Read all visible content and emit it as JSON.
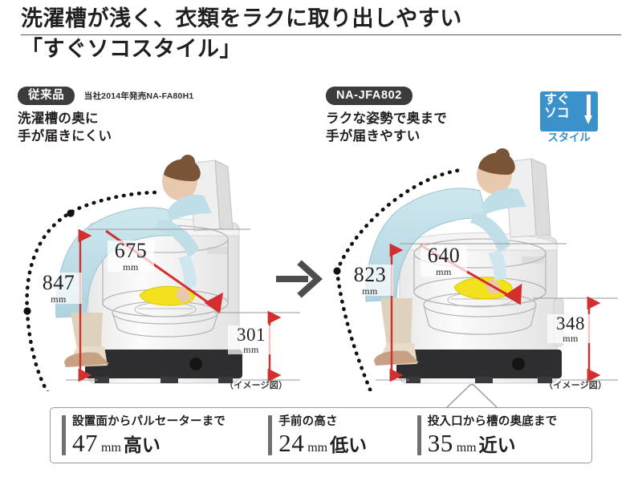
{
  "title": {
    "line1": "洗濯槽が浅く、衣類をラクに取り出しやすい",
    "line2": "「すぐソコスタイル」"
  },
  "logo": {
    "line1": "すぐ",
    "line2": "ソコ",
    "caption": "スタイル",
    "arrow_icon": "down-arrow-icon",
    "color": "#3b91c9"
  },
  "center_arrow": {
    "icon": "right-arrow-icon",
    "color": "#4d4d4d"
  },
  "panels": [
    {
      "badge": "従来品",
      "badge_note": "当社2014年発売NA-FA80H1",
      "description": "洗濯槽の奥に\n手が届きにくい",
      "image_note": "（イメージ図）",
      "measurements": {
        "height": {
          "num": "847",
          "unit": "mm"
        },
        "reach": {
          "num": "675",
          "unit": "mm"
        },
        "depth": {
          "num": "301",
          "unit": "mm"
        }
      }
    },
    {
      "badge": "NA-JFA802",
      "badge_note": "",
      "description": "ラクな姿勢で奥まで\n手が届きやすい",
      "image_note": "（イメージ図）",
      "measurements": {
        "height": {
          "num": "823",
          "unit": "mm"
        },
        "reach": {
          "num": "640",
          "unit": "mm"
        },
        "depth": {
          "num": "348",
          "unit": "mm"
        }
      }
    }
  ],
  "summary": [
    {
      "label": "設置面からパルセーターまで",
      "num": "47",
      "unit": "mm",
      "word": "高い"
    },
    {
      "label": "手前の高さ",
      "num": "24",
      "unit": "mm",
      "word": "低い"
    },
    {
      "label": "投入口から槽の奥底まで",
      "num": "35",
      "unit": "mm",
      "word": "近い"
    }
  ],
  "colors": {
    "accent_red": "#d22f2f",
    "logo_blue": "#3b91c9",
    "badge_dark": "#3c3c3c",
    "laundry_yellow": "#f2e11c"
  }
}
